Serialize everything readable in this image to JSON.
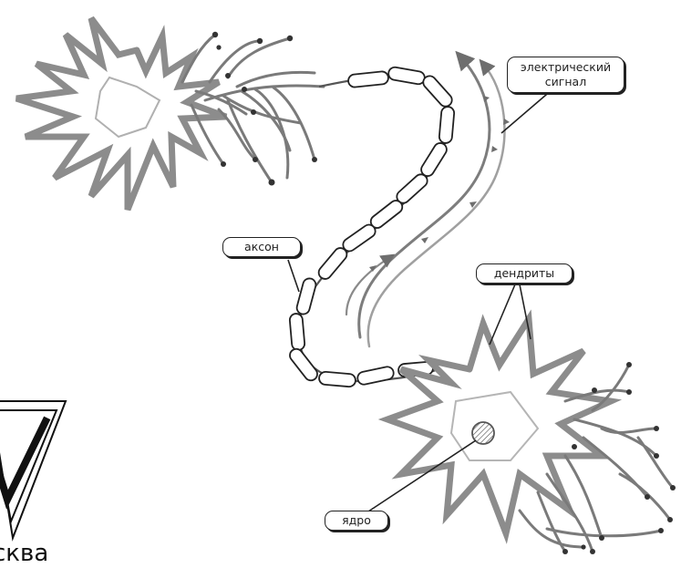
{
  "labels": {
    "electric_signal": [
      "электрический",
      "сигнал"
    ],
    "axon": "аксон",
    "dendrites": "дендриты",
    "nucleus": "ядро"
  },
  "logo": {
    "text": "сква"
  },
  "colors": {
    "neuron_gray": "#8c8c8c",
    "neuron_dark": "#6a6a6a",
    "ink": "#222222",
    "signal_arrow": "#7d7d7d",
    "background": "#ffffff"
  }
}
